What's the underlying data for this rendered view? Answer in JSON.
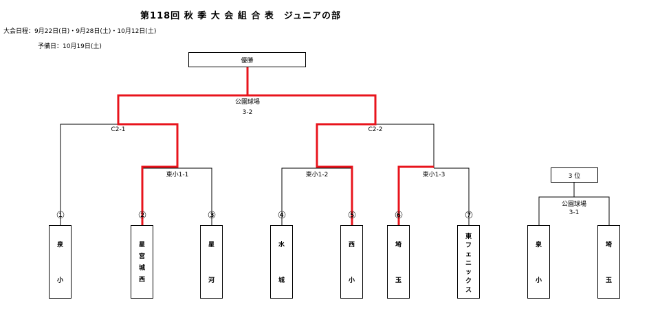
{
  "title": "第118回 秋 季 大 会 組 合 表　ジュニアの部",
  "dates_line": "大会日程：9月22日(日)・9月28日(土)・10月12日(土)",
  "reserve_line": "予備日：10月19日(土)",
  "champion_label": "優勝",
  "third_place_label": "3 位",
  "final": {
    "venue": "公園球場",
    "score": "3-2"
  },
  "third_place_match": {
    "venue": "公園球場",
    "score": "3-1"
  },
  "matches": {
    "c2_1": "C2-1",
    "c2_2": "C2-2",
    "m1_1": "東小1-1",
    "m1_2": "東小1-2",
    "m1_3": "東小1-3"
  },
  "teams": [
    {
      "num": "①",
      "chars": [
        "泉",
        "小"
      ]
    },
    {
      "num": "②",
      "chars": [
        "星",
        "宮",
        "城",
        "西"
      ]
    },
    {
      "num": "③",
      "chars": [
        "星",
        "河"
      ]
    },
    {
      "num": "④",
      "chars": [
        "水",
        "城"
      ]
    },
    {
      "num": "⑤",
      "chars": [
        "西",
        "小"
      ]
    },
    {
      "num": "⑥",
      "chars": [
        "埼",
        "玉"
      ]
    },
    {
      "num": "⑦",
      "chars": [
        "東",
        "フ",
        "ェ",
        "ニ",
        "ッ",
        "ク",
        "ス"
      ]
    }
  ],
  "third_place_teams": [
    {
      "chars": [
        "泉",
        "小"
      ]
    },
    {
      "chars": [
        "埼",
        "玉"
      ]
    }
  ],
  "colors": {
    "winner_line": "#e8141c",
    "line": "#000000"
  }
}
